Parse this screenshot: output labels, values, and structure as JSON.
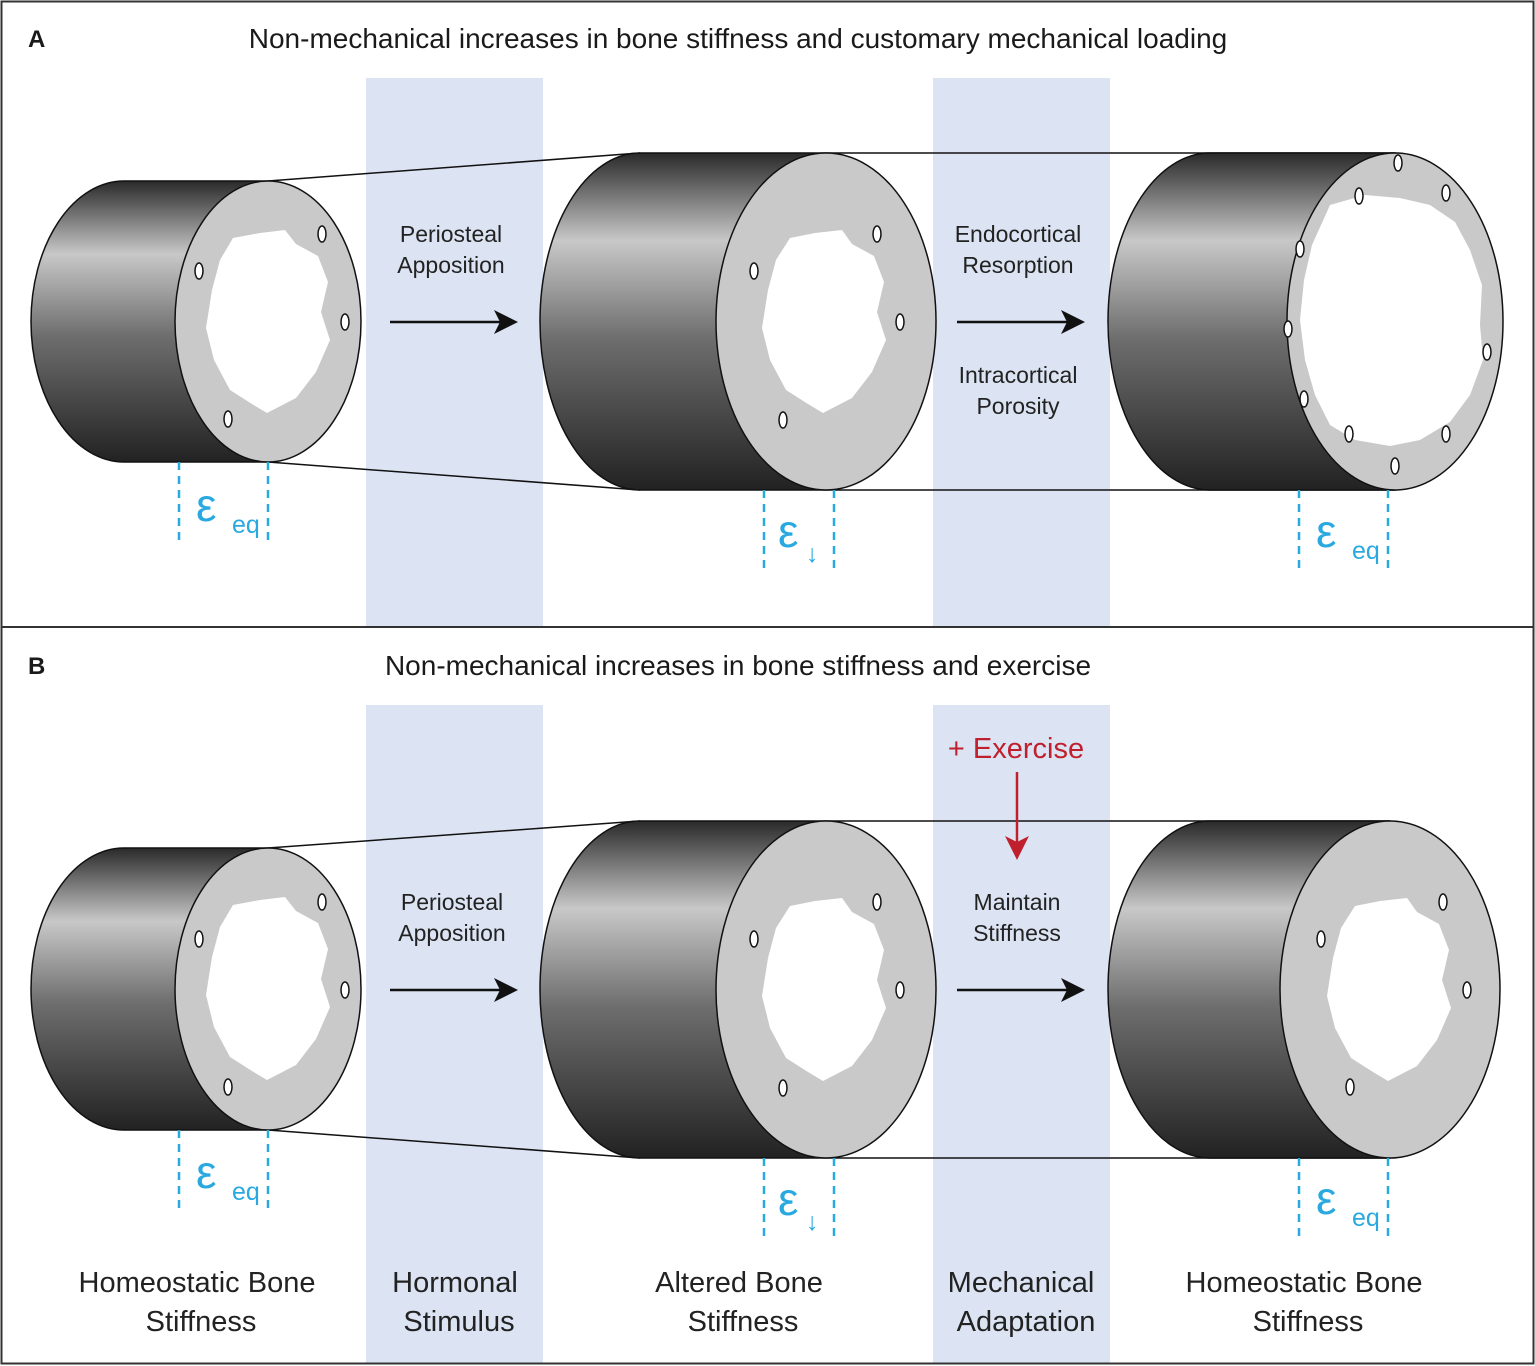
{
  "colors": {
    "band": "#dce4f3",
    "strain": "#29a9e0",
    "exercise": "#c0202e",
    "bone_face": "#c9c9c9",
    "bone_dark": "#222222",
    "bone_light": "#c8c8c8",
    "frame": "#333333"
  },
  "panels": [
    {
      "letter": "A",
      "title": "Non-mechanical increases in bone stiffness and customary mechanical loading",
      "step1": [
        "Periosteal",
        "Apposition"
      ],
      "step2_top": [
        "Endocortical",
        "Resorption"
      ],
      "step2_bottom": [
        "Intracortical",
        "Porosity"
      ],
      "strain": [
        {
          "symbol": "ε",
          "sub": "eq"
        },
        {
          "symbol": "ε",
          "sub": "↓"
        },
        {
          "symbol": "ε",
          "sub": "eq"
        }
      ]
    },
    {
      "letter": "B",
      "title": "Non-mechanical increases in bone stiffness and exercise",
      "step1": [
        "Periosteal",
        "Apposition"
      ],
      "step2": [
        "Maintain",
        "Stiffness"
      ],
      "exercise": "+ Exercise",
      "strain": [
        {
          "symbol": "ε",
          "sub": "eq"
        },
        {
          "symbol": "ε",
          "sub": "↓"
        },
        {
          "symbol": "ε",
          "sub": "eq"
        }
      ]
    }
  ],
  "bottom_labels": [
    [
      "Homeostatic Bone",
      "Stiffness"
    ],
    [
      "Hormonal",
      "Stimulus"
    ],
    [
      "Altered Bone",
      "Stiffness"
    ],
    [
      "Mechanical",
      "Adaptation"
    ],
    [
      "Homeostatic Bone",
      "Stiffness"
    ]
  ]
}
